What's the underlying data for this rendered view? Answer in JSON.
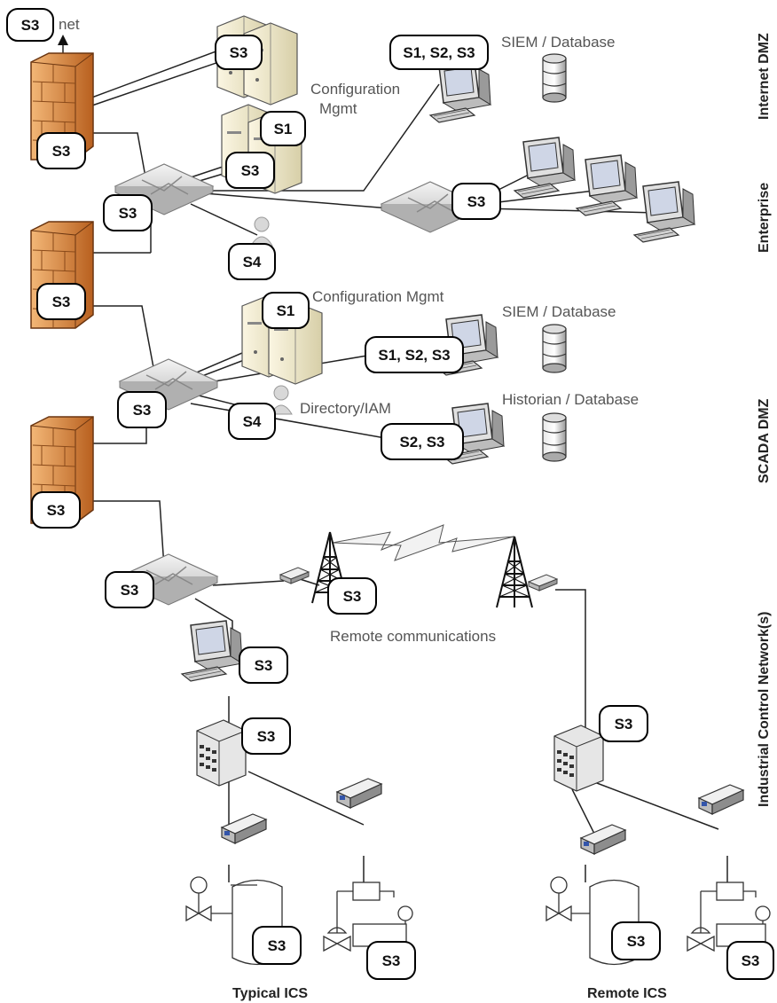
{
  "zones": {
    "internet_dmz": "Internet DMZ",
    "enterprise": "Enterprise",
    "scada_dmz": "SCADA DMZ",
    "icn": "Industrial Control Network(s)"
  },
  "labels": {
    "internet": "net",
    "siem_top": "SIEM / Database",
    "config_top": "Configuration",
    "config_top2": "Mgmt",
    "config_mid": "Configuration Mgmt",
    "siem_mid": "SIEM / Database",
    "directory": "Directory/IAM",
    "historian": "Historian / Database",
    "remote_comms": "Remote communications"
  },
  "captions": {
    "typical": "Typical ICS",
    "remote": "Remote ICS"
  },
  "badges": {
    "s3": "S3",
    "s1": "S1",
    "s4": "S4",
    "s123": "S1, S2, S3",
    "s23": "S2, S3"
  },
  "colors": {
    "firewall": "#c8722a",
    "firewall_light": "#f0b070",
    "server": "#ece6cc",
    "switch": "#d9d9d9",
    "line": "#222222"
  }
}
